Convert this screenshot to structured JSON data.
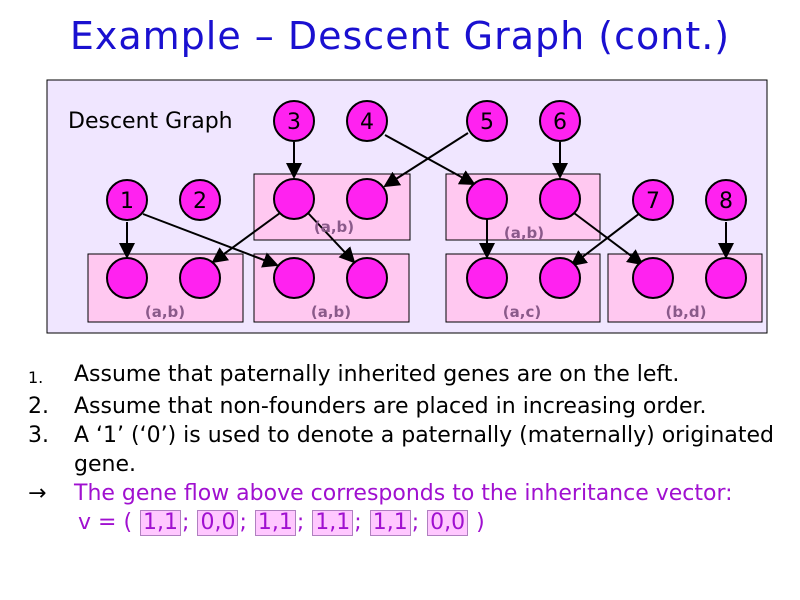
{
  "title": "Example – Descent Graph (cont.)",
  "diagram": {
    "label": "Descent Graph",
    "founders": [
      "1",
      "2",
      "3",
      "4",
      "5",
      "6",
      "7",
      "8"
    ],
    "genotypes": [
      "(a,b)",
      "(a,b)",
      "(a,b)",
      "(a,b)",
      "(a,c)",
      "(b,d)"
    ],
    "colors": {
      "node_fill": "#ff22f0",
      "panel_fill": "#f0e6ff",
      "family_fill": "#ffc8f0",
      "text": "#1a10d0"
    }
  },
  "list": [
    {
      "num": "1.",
      "text": "Assume that paternally inherited genes are on the left."
    },
    {
      "num": "2.",
      "text": "Assume that non-founders are placed in increasing order."
    },
    {
      "num": "3.",
      "text": "A ‘1’ (‘0’) is used to denote a paternally (maternally) originated gene."
    }
  ],
  "conclusion": {
    "arrow": "→",
    "text": "The gene flow above corresponds to the inheritance vector:",
    "vector_label": "v  = (",
    "vector": [
      "1,1",
      "0,0",
      "1,1",
      "1,1",
      "1,1",
      "0,0"
    ],
    "separator": ";",
    "close": ")"
  }
}
